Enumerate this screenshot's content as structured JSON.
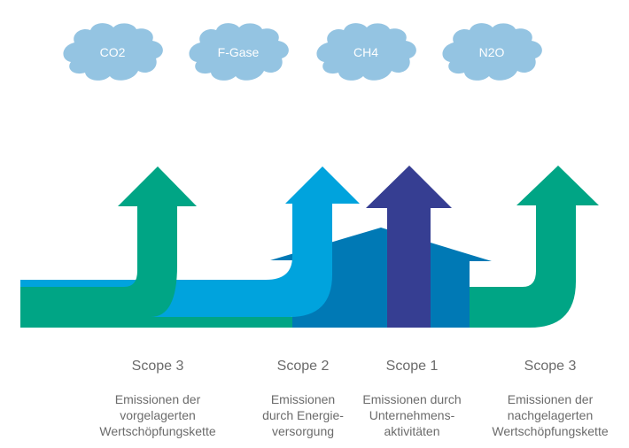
{
  "colors": {
    "cloud": "#94C4E2",
    "green": "#00A585",
    "light_blue": "#00A3DD",
    "house_blue": "#0079B5",
    "navy": "#363E92",
    "text_gray": "#6B6B6B"
  },
  "clouds": [
    {
      "label": "CO2",
      "icon": "cloud-icon"
    },
    {
      "label": "F-Gase",
      "icon": "cloud-icon"
    },
    {
      "label": "CH4",
      "icon": "cloud-icon"
    },
    {
      "label": "N2O",
      "icon": "cloud-icon"
    }
  ],
  "scopes": [
    {
      "title": "Scope 3",
      "lines": [
        "Emissionen der",
        "vorgelagerten",
        "Wertschöpfungskette"
      ],
      "arrow": "upstream-arrow"
    },
    {
      "title": "Scope 2",
      "lines": [
        "Emissionen",
        "durch Energie-",
        "versorgung"
      ],
      "arrow": "energy-arrow"
    },
    {
      "title": "Scope 1",
      "lines": [
        "Emissionen durch",
        "Unternehmens-",
        "aktivitäten"
      ],
      "arrow": "company-arrow"
    },
    {
      "title": "Scope 3",
      "lines": [
        "Emissionen der",
        "nachgelagerten",
        "Wertschöpfungskette"
      ],
      "arrow": "downstream-arrow"
    }
  ]
}
